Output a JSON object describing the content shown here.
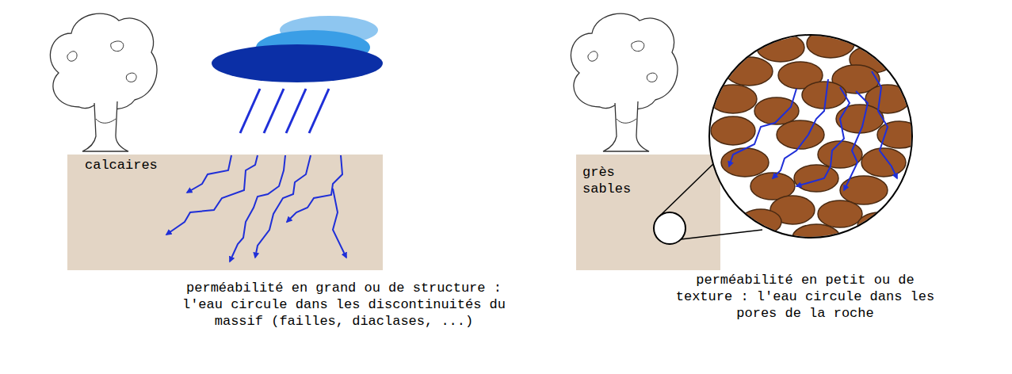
{
  "diagram": {
    "nodes": [
      {
        "text": [
          "calcaires"
        ]
      },
      {
        "text": [
          "grès sables"
        ]
      }
    ],
    "labels": [
      "perméabilité en grand ou de structure : l'eau circule dans les discontinuités du massif (failles, diaclases, ...)",
      "perméabilité en petit ou de texture : l'eau circule dans les pores de la roche"
    ]
  }
}
